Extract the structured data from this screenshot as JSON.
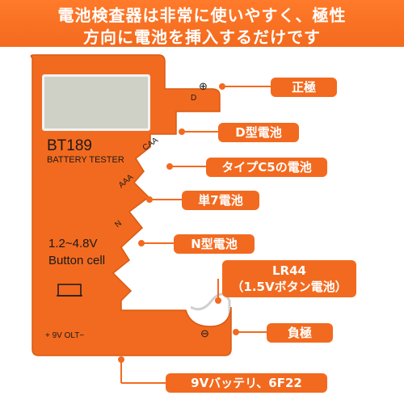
{
  "header": {
    "line1": "電池検査器は非常に使いやすく、極性",
    "line2": "方向に電池を挿入するだけです"
  },
  "device": {
    "model": "BT189",
    "subtitle": "BATTERY TESTER",
    "range": "1.2~4.8V",
    "button_cell": "Button cell",
    "nine_volt": "+ 9V OLT−",
    "plus_symbol": "⊕",
    "minus_symbol": "⊖",
    "slot_d": "D",
    "slot_caa": "CAA",
    "slot_aaa": "AAA",
    "slot_n": "N",
    "body_color": "#f26a1f"
  },
  "callouts": [
    {
      "text": "正極"
    },
    {
      "text": "D型電池"
    },
    {
      "text": "タイプC5の電池"
    },
    {
      "text": "単7電池"
    },
    {
      "text": "N型電池"
    },
    {
      "line1": "LR44",
      "line2": "（1.5Vボタン電池）"
    },
    {
      "text": "負極"
    },
    {
      "text": "9Vバッテリ、6F22"
    }
  ]
}
